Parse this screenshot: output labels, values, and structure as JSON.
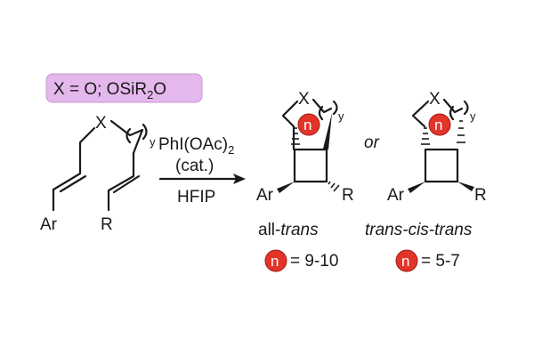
{
  "substrate": {
    "x_definition": {
      "prefix": "X = O; OSiR",
      "sub": "2",
      "suffix": "O",
      "highlight_color": "#e4b8ec"
    },
    "hetero_atom": "X",
    "chain_subscript": "y",
    "left_substituent": "Ar",
    "right_substituent": "R"
  },
  "conditions": {
    "reagent": "PhI(OAc)",
    "reagent_sub": "2",
    "catalytic": "(cat.)",
    "solvent": "HFIP"
  },
  "or_label": "or",
  "products": [
    {
      "hetero_atom": "X",
      "ring_size_symbol": "n",
      "chain_subscript": "y",
      "left_substituent": "Ar",
      "right_substituent": "R",
      "stereo_prefix": "all-",
      "stereo_italic": "trans",
      "ring_size_range": "= 9-10"
    },
    {
      "hetero_atom": "X",
      "ring_size_symbol": "n",
      "chain_subscript": "y",
      "left_substituent": "Ar",
      "right_substituent": "R",
      "stereo_italic": "trans-cis-trans",
      "ring_size_range": "= 5-7"
    }
  ],
  "colors": {
    "ring_marker": "#e3342a",
    "bonds": "#1a1a1a"
  }
}
